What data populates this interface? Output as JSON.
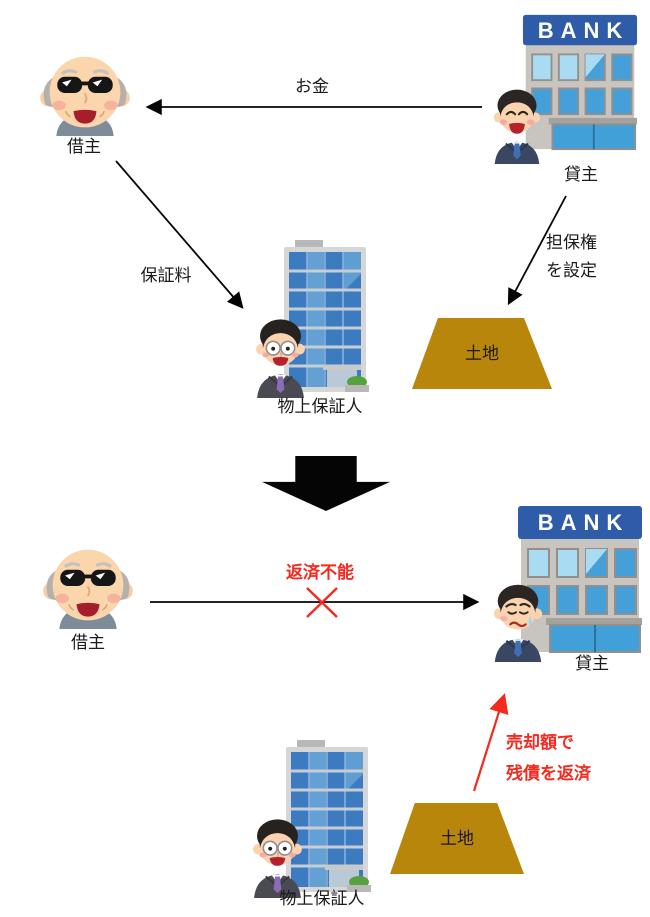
{
  "colors": {
    "alert_red": "#f5291d",
    "land_gold": "#b8860b",
    "bank_sign_blue": "#2e5ca8",
    "arrow_black": "#000000"
  },
  "scene1": {
    "borrower": {
      "label": "借主"
    },
    "lender": {
      "label": "貸主",
      "bank_sign": "BANK"
    },
    "guarantor": {
      "label": "物上保証人"
    },
    "land": {
      "label": "土地"
    },
    "arrows": {
      "money": "お金",
      "guarantee_fee": "保証料",
      "collateral_line1": "担保権",
      "collateral_line2": "を設定"
    }
  },
  "scene2": {
    "borrower": {
      "label": "借主"
    },
    "lender": {
      "label": "貸主",
      "bank_sign": "BANK"
    },
    "guarantor": {
      "label": "物上保証人"
    },
    "land": {
      "label": "土地"
    },
    "arrows": {
      "default_label": "返済不能",
      "sale_line1": "売却額で",
      "sale_line2": "残債を返済"
    }
  }
}
